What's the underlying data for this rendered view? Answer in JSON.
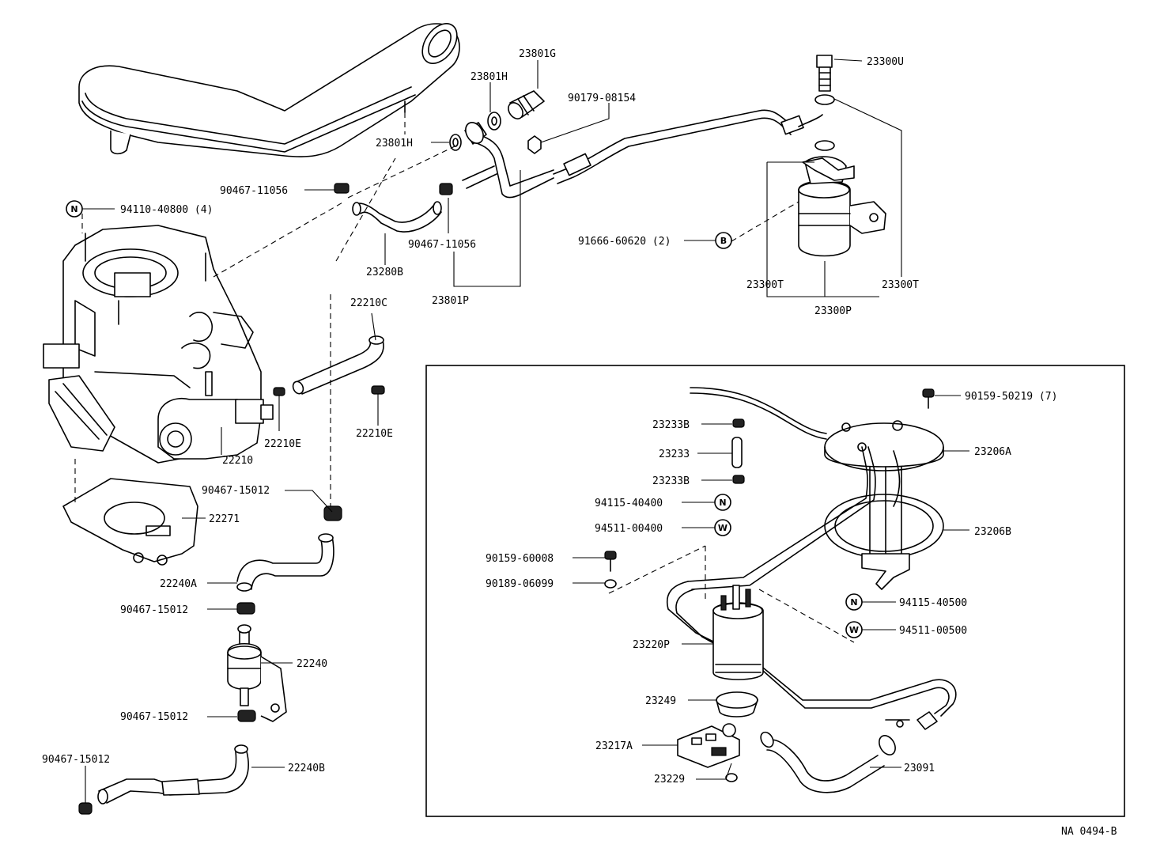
{
  "drawing_code": "NA 0494-B",
  "labels": {
    "l23801G": "23801G",
    "l23801H_top": "23801H",
    "l23801H": "23801H",
    "l90179": "90179-08154",
    "l23300U": "23300U",
    "l90467_11056_a": "90467-11056",
    "l94110": "94110-40800 (4)",
    "l90467_11056_b": "90467-11056",
    "l91666": "91666-60620 (2)",
    "l23280B": "23280B",
    "l23801P": "23801P",
    "l23300T_l": "23300T",
    "l23300T_r": "23300T",
    "l23300P": "23300P",
    "l22210C": "22210C",
    "l22210E_a": "22210E",
    "l22210E_b": "22210E",
    "l22210": "22210",
    "l90467_15012_a": "90467-15012",
    "l22271": "22271",
    "l22240A": "22240A",
    "l90467_15012_b": "90467-15012",
    "l22240": "22240",
    "l90467_15012_c": "90467-15012",
    "l90467_15012_d": "90467-15012",
    "l22240B": "22240B",
    "l90159_50219": "90159-50219 (7)",
    "l23233B_a": "23233B",
    "l23233": "23233",
    "l23233B_b": "23233B",
    "l23206A": "23206A",
    "l94115_40400": "94115-40400",
    "l94511_00400": "94511-00400",
    "l23206B": "23206B",
    "l90159_60008": "90159-60008",
    "l90189_06099": "90189-06099",
    "l94115_40500": "94115-40500",
    "l94511_00500": "94511-00500",
    "l23220P": "23220P",
    "l23249": "23249",
    "l23217A": "23217A",
    "l23091": "23091",
    "l23229": "23229"
  },
  "badges": {
    "n1": "N",
    "b1": "B",
    "n2": "N",
    "w1": "W",
    "n3": "N",
    "w2": "W"
  }
}
